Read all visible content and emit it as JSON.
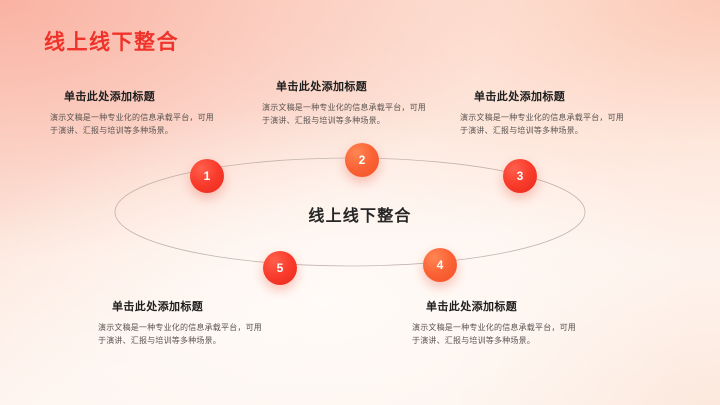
{
  "slide": {
    "title": "线上线下整合",
    "center_label": "线上线下整合",
    "colors": {
      "title_red": "#f0332a",
      "node_red": "#f93c2c",
      "node_orange": "#fa6235",
      "body_text": "#5a5350",
      "heading_text": "#1e1e1e",
      "background_top_left": "#fbd9ce",
      "background_bottom_right": "#fdf6f1",
      "orbit_stroke": "#b9a9a2"
    },
    "nodes": [
      {
        "number": "1",
        "style": "red"
      },
      {
        "number": "2",
        "style": "orange"
      },
      {
        "number": "3",
        "style": "red"
      },
      {
        "number": "4",
        "style": "orange"
      },
      {
        "number": "5",
        "style": "red"
      }
    ],
    "callouts": [
      {
        "title": "单击此处添加标题",
        "body": "演示文稿是一种专业化的信息承载平台，可用于演讲、汇报与培训等多种场景。"
      },
      {
        "title": "单击此处添加标题",
        "body": "演示文稿是一种专业化的信息承载平台，可用于演讲、汇报与培训等多种场景。"
      },
      {
        "title": "单击此处添加标题",
        "body": "演示文稿是一种专业化的信息承载平台，可用于演讲、汇报与培训等多种场景。"
      },
      {
        "title": "单击此处添加标题",
        "body": "演示文稿是一种专业化的信息承载平台，可用于演讲、汇报与培训等多种场景。"
      },
      {
        "title": "单击此处添加标题",
        "body": "演示文稿是一种专业化的信息承载平台，可用于演讲、汇报与培训等多种场景。"
      }
    ]
  }
}
